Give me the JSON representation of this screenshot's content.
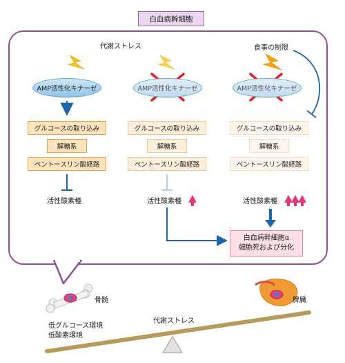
{
  "title": "白血病幹細胞",
  "top_labels": {
    "metabolic_stress": "代謝ストレス",
    "dietary_restriction": "食事の制限"
  },
  "ampk_label": "AMP活性化キナーゼ",
  "pathways": [
    "グルコースの取り込み",
    "解糖系",
    "ペントースリン酸経路"
  ],
  "ros_label": "活性酸素種",
  "outcome": {
    "line1": "白血病幹細胞α",
    "line2": "細胞死および分化"
  },
  "bottom": {
    "bone_marrow": "骨髄",
    "spleen": "脾臓",
    "stress": "代謝ストレス",
    "env1": "低グルコース環境",
    "env2": "低酸素環境"
  },
  "colors": {
    "accent": "#8e4f95",
    "arrow_blue": "#1f64a8",
    "inhibit_red": "#e0202a",
    "up_pink": "#e6337a",
    "lightning": "#f6c21b"
  }
}
